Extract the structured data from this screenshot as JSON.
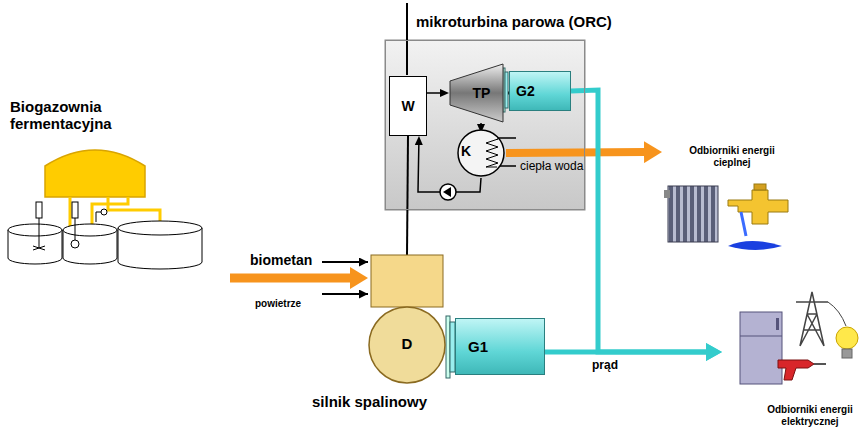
{
  "diagram": {
    "nodes": [
      {
        "text": [
          "Biogazownia fermentacyjna"
        ]
      },
      {
        "text": [
          "mikroturbina parowa (ORC)"
        ]
      },
      {
        "text": [
          "W"
        ],
        "in": 1
      },
      {
        "text": [
          "TP"
        ],
        "in": 1
      },
      {
        "text": [
          "G2"
        ],
        "in": 1
      },
      {
        "text": [
          "K"
        ],
        "in": 1
      },
      {
        "text": [
          "D",
          "silnik spalinowy"
        ]
      },
      {
        "text": [
          "G1"
        ]
      },
      {
        "text": [
          "Odbiorniki energii cieplnej"
        ]
      },
      {
        "text": [
          "Odbiorniki energii elektrycznej"
        ]
      }
    ],
    "edges": [
      {
        "from": 0,
        "to": 6,
        "label": "biometan",
        "arrow": "to"
      },
      {
        "from": 6,
        "to": 2,
        "arrow": "none"
      },
      {
        "from": 2,
        "to": 3,
        "arrow": "to"
      },
      {
        "from": 3,
        "to": 4,
        "arrow": "none"
      },
      {
        "from": 3,
        "to": 5,
        "arrow": "to"
      },
      {
        "from": 5,
        "to": 2,
        "arrow": "to"
      },
      {
        "from": 5,
        "to": 8,
        "label": "ciepła woda",
        "arrow": "to"
      },
      {
        "from": 6,
        "to": 7,
        "arrow": "none"
      },
      {
        "from": 4,
        "to": 9,
        "arrow": "to"
      },
      {
        "from": 7,
        "to": 9,
        "label": "prąd",
        "arrow": "to"
      }
    ],
    "labels": [
      "powietrze"
    ]
  }
}
